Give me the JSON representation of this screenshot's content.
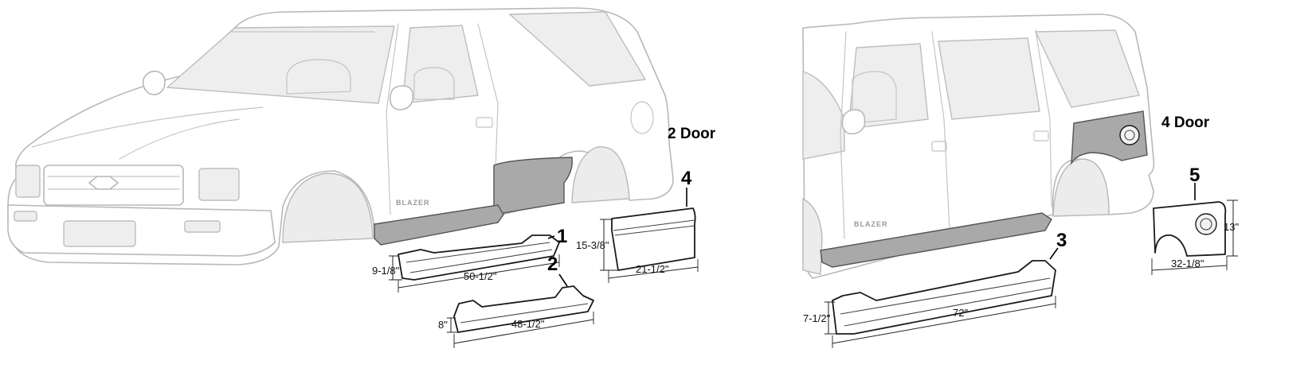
{
  "views": {
    "two_door": {
      "label": "2 Door",
      "badge": "BLAZER"
    },
    "four_door": {
      "label": "4 Door",
      "badge": "BLAZER"
    }
  },
  "parts": [
    {
      "callout": "1",
      "dimensions": [
        "9-1/8\"",
        "50-1/2\""
      ]
    },
    {
      "callout": "2",
      "dimensions": [
        "8\"",
        "48-1/2\""
      ]
    },
    {
      "callout": "3",
      "dimensions": [
        "7-1/2\"",
        "72\""
      ]
    },
    {
      "callout": "4",
      "dimensions": [
        "15-3/8\"",
        "21-1/2\""
      ]
    },
    {
      "callout": "5",
      "dimensions": [
        "13\"",
        "32-1/8\""
      ]
    }
  ],
  "colors": {
    "highlight_panel": "#a9a9a9",
    "vehicle_outline": "#b8b8b8",
    "part_outline": "#1a1a1a"
  }
}
